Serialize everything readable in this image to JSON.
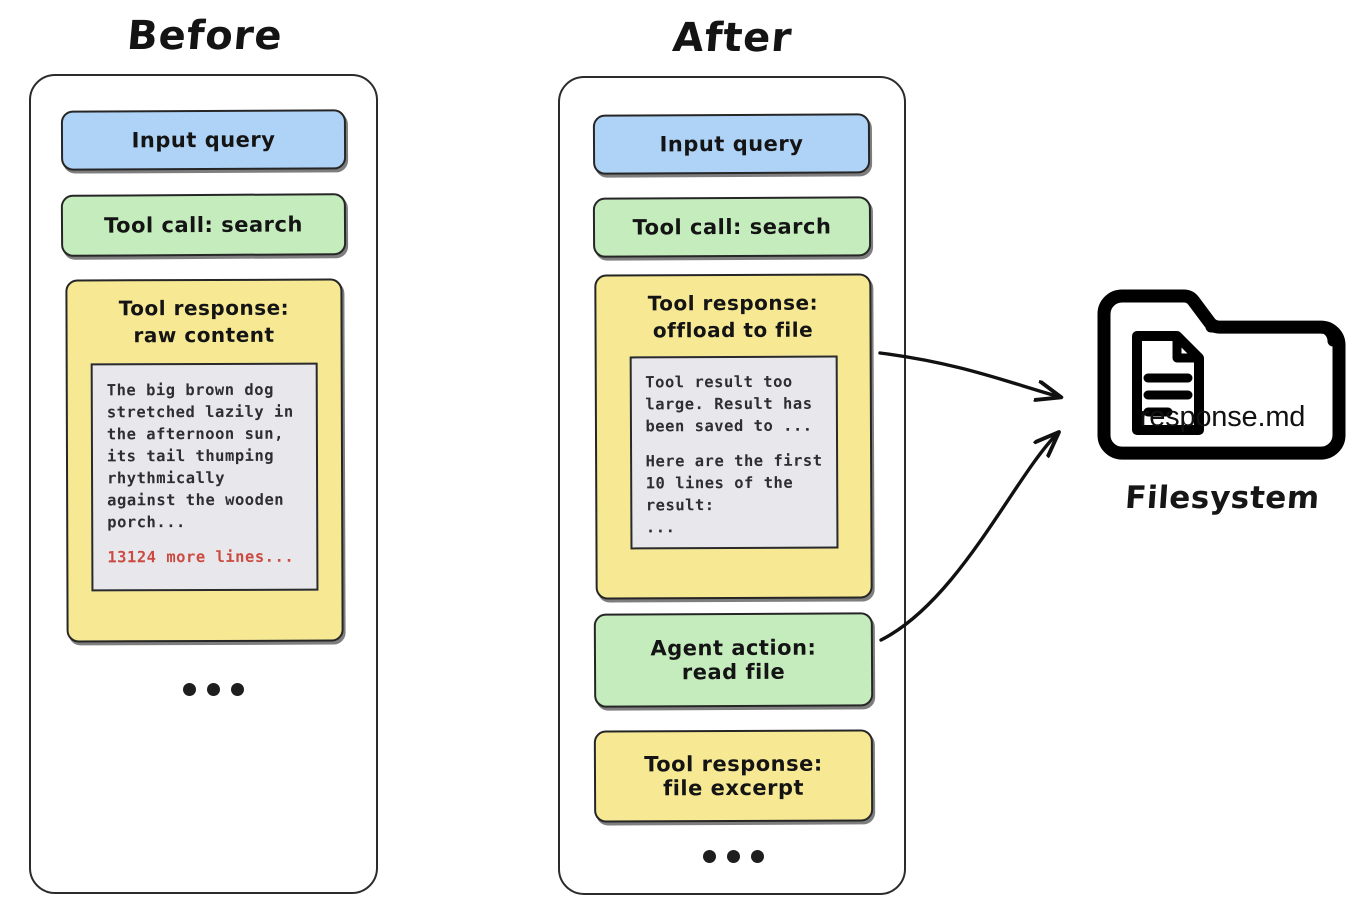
{
  "diagram": {
    "panels": [
      {
        "id": "before",
        "title": "Before",
        "nodes": [
          {
            "name": "input-query",
            "label": "Input query",
            "color": "#afd3f7"
          },
          {
            "name": "tool-call",
            "label": "Tool call: search",
            "color": "#c4ecbd"
          },
          {
            "name": "tool-response",
            "heading_line1": "Tool response:",
            "heading_line2": "raw content",
            "color": "#f7e994",
            "code": {
              "body": "The big brown dog\nstretched lazily in\nthe afternoon sun,\nits tail thumping\nrhythmically\nagainst the wooden\nporch...",
              "warning": "13124 more lines...",
              "warning_color": "#cb4a41",
              "background": "#e8e8ec"
            }
          }
        ],
        "ellipsis": "•••"
      },
      {
        "id": "after",
        "title": "After",
        "nodes": [
          {
            "name": "input-query",
            "label": "Input query",
            "color": "#afd3f7"
          },
          {
            "name": "tool-call",
            "label": "Tool call: search",
            "color": "#c4ecbd"
          },
          {
            "name": "tool-response-offload",
            "heading_line1": "Tool response:",
            "heading_line2": "offload to file",
            "color": "#f7e994",
            "code": {
              "body1": "Tool result too\nlarge. Result has\nbeen saved to ...",
              "body2": "Here are the first\n10 lines of the\nresult:\n...",
              "background": "#e8e8ec"
            }
          },
          {
            "name": "agent-action",
            "heading_line1": "Agent action:",
            "heading_line2": "read file",
            "color": "#c4ecbd"
          },
          {
            "name": "tool-response-excerpt",
            "heading_line1": "Tool response:",
            "heading_line2": "file excerpt",
            "color": "#f7e994"
          }
        ],
        "ellipsis": "•••"
      }
    ],
    "filesystem": {
      "icon": "folder-with-document-icon",
      "filename": "response.md",
      "label": "Filesystem"
    },
    "arrows": [
      {
        "name": "offload-to-filesystem-arrow",
        "from": "tool-response-offload",
        "to": "filesystem"
      },
      {
        "name": "read-file-from-filesystem-arrow",
        "from": "agent-action",
        "to": "filesystem"
      }
    ],
    "colors": {
      "blue": "#afd3f7",
      "green": "#c4ecbd",
      "yellow": "#f7e994",
      "code_bg": "#e8e8ec",
      "stroke": "#262626",
      "warning_red": "#cb4a41",
      "background": "#ffffff"
    }
  }
}
